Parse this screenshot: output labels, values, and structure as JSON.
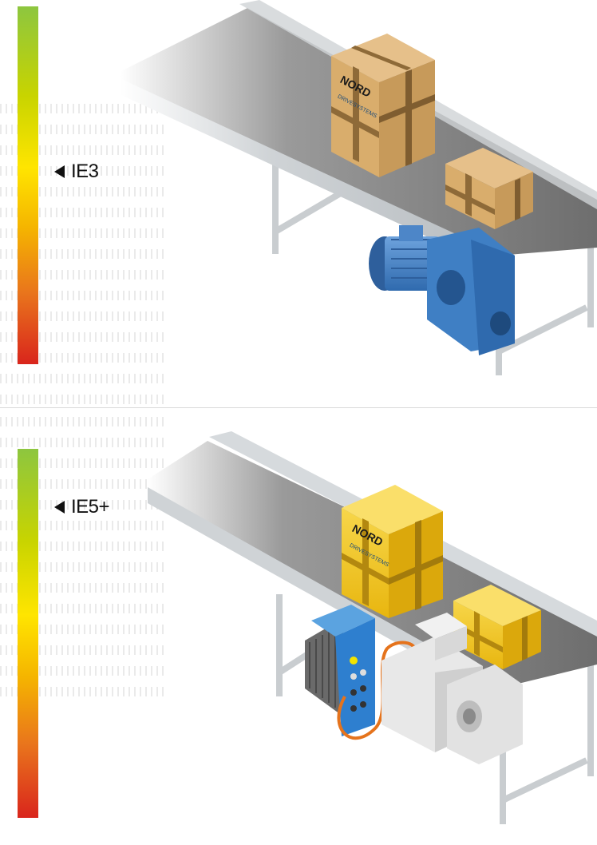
{
  "efficiency_markers": {
    "top": "IE3",
    "bottom": "IE5+"
  },
  "box_brand": {
    "logo": "NORD",
    "tagline": "DRIVESYSTEMS"
  },
  "colors": {
    "scale_top": "#8dc63f",
    "scale_mid": "#ffe500",
    "scale_bottom": "#d9251c",
    "box_brown": "#d9ad6c",
    "box_yellow": "#f5c71a",
    "motor_blue": "#3f7fc4",
    "motor_white": "#e8e8e8",
    "cable_orange": "#e5731c"
  },
  "icons": {
    "marker": "left-triangle-icon",
    "logo": "nord-gear-logo"
  }
}
